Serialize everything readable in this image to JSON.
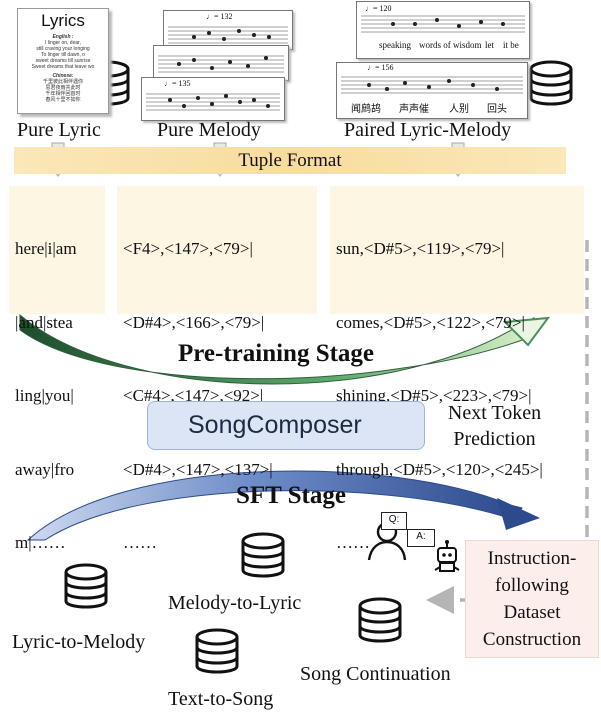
{
  "sources": {
    "pure_lyric": "Pure Lyric",
    "pure_melody": "Pure Melody",
    "paired": "Paired Lyric-Melody"
  },
  "lyric_doc": {
    "title": "Lyrics",
    "english_heading": "English :",
    "english_lines": [
      "I linger on, dear,",
      "still craving your longing",
      "To linger till dawn, o",
      "sweet dreams till sunrise",
      "Sweet dreams that leave wo"
    ],
    "chinese_heading": "Chinese:",
    "chinese_lines": [
      "千里彼此相伴遇你",
      "思君夜雨共此时",
      "千年相伴回首时",
      "春风十里不如你"
    ]
  },
  "sheet_music": {
    "tempo_a": "♩= 132",
    "tempo_b": "♩= 135",
    "tempo_c": "♩= 120",
    "tempo_d": "♩= 156",
    "lyrics_en": [
      "speaking",
      "words of",
      "wisdom",
      "let",
      "it be"
    ],
    "lyrics_zh": [
      "闻鹧鸪",
      "声声催",
      "人别",
      "回头"
    ]
  },
  "tuple_format": "Tuple Format",
  "token_boxes": {
    "lyric": [
      "here|i|am",
      "|and|stea",
      "ling|you|",
      "away|fro",
      "m|……"
    ],
    "melody": [
      "<F4>,<147>,<79>|",
      "<D#4>,<166>,<79>|",
      "<C#4>,<147>,<92>|",
      "<D#4>,<147>,<137>|",
      "……"
    ],
    "paired": [
      "sun,<D#5>,<119>,<79>|",
      "comes,<D#5>,<122>,<79>|",
      "shining,<D#5>,<223>,<79>|",
      "through,<D#5>,<120>,<245>|",
      "……"
    ]
  },
  "pretraining_stage": "Pre-training Stage",
  "songcomposer": "SongComposer",
  "next_token": [
    "Next Token",
    "Prediction"
  ],
  "sft_stage": "SFT Stage",
  "chat_bubbles": {
    "q": "Q:",
    "a": "A:"
  },
  "instruction_box": [
    "Instruction-",
    "following",
    "Dataset",
    "Construction"
  ],
  "tasks": {
    "melody_to_lyric": "Melody-to-Lyric",
    "lyric_to_melody": "Lyric-to-Melody",
    "song_continuation": "Song Continuation",
    "text_to_song": "Text-to-Song"
  },
  "colors": {
    "tuple_band": "#f7dc9e",
    "token_box": "#fdf6e2",
    "composer_fill": "#dbe5f5",
    "pretrain_arc": "#4a8f5a",
    "sft_arc": "#3f5d9c",
    "instruction_fill": "#fbeeeb",
    "fire": "#e8431c"
  }
}
